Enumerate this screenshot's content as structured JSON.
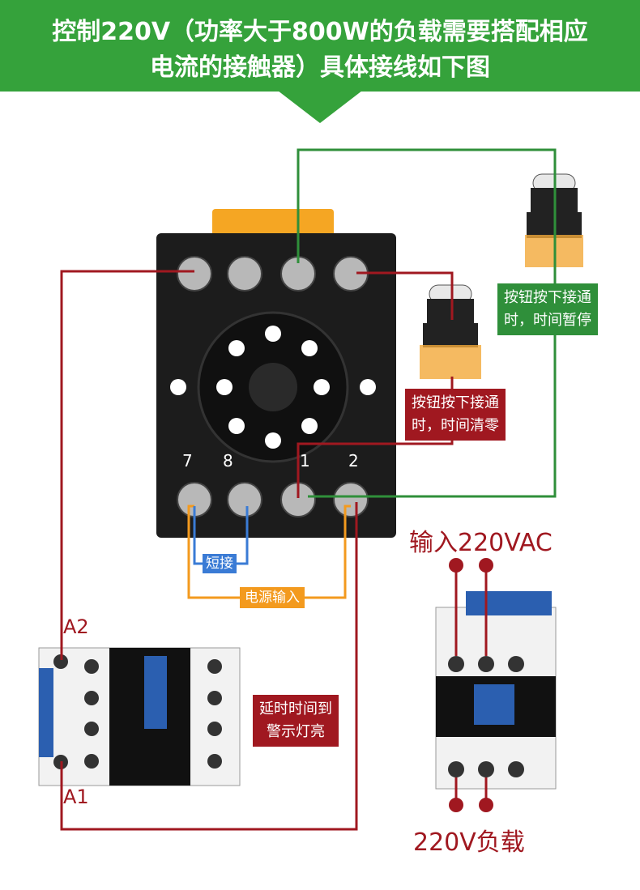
{
  "banner": {
    "line1": "控制220V（功率大于800W的负载需要搭配相应",
    "line2": "电流的接触器）具体接线如下图"
  },
  "socket": {
    "terminal_labels": [
      "7",
      "8",
      "1",
      "2"
    ]
  },
  "labels": {
    "reset_button": [
      "按钮按下接通",
      "时，时间清零"
    ],
    "pause_button": [
      "按钮按下接通",
      "时，时间暂停"
    ],
    "short": "短接",
    "power_input": "电源输入",
    "lamp": [
      "延时时间到",
      "警示灯亮"
    ],
    "input_220": "输入220VAC",
    "load_220": "220V负载",
    "coil_a2": "A2",
    "coil_a1": "A1"
  },
  "colors": {
    "banner_green": "#35a23b",
    "wire_red": "#a01820",
    "wire_green": "#2f8f3a",
    "wire_orange": "#f39a1e",
    "wire_blue": "#3a7bd5"
  },
  "icons": [
    "relay-socket-icon",
    "push-button-icon",
    "contactor-icon"
  ]
}
